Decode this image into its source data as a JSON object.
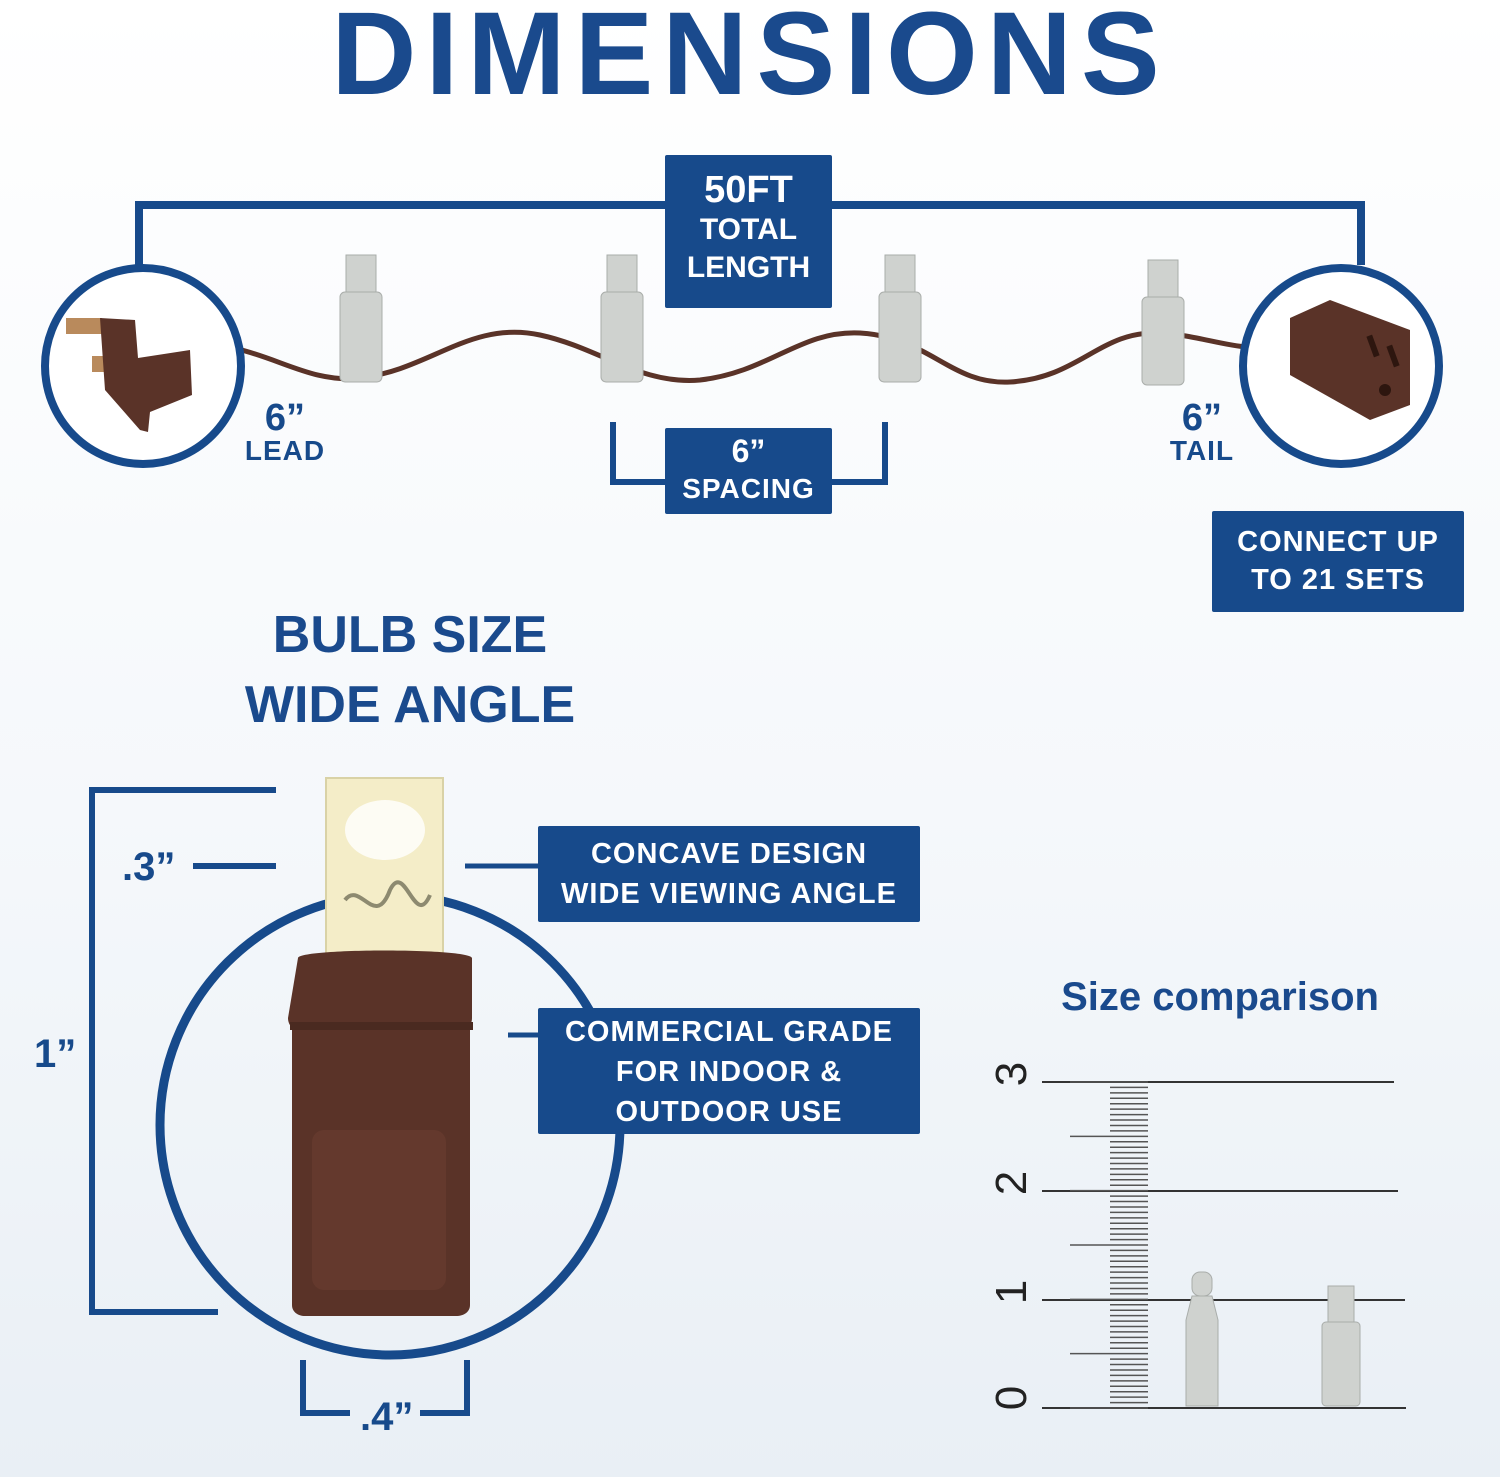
{
  "title": "DIMENSIONS",
  "string_diagram": {
    "total_box": {
      "line1": "50FT",
      "line2": "TOTAL",
      "line3": "LENGTH"
    },
    "lead": {
      "value": "6”",
      "label": "LEAD"
    },
    "spacing": {
      "value": "6”",
      "label": "SPACING"
    },
    "tail": {
      "value": "6”",
      "label": "TAIL"
    },
    "connect_box": {
      "line1": "CONNECT UP",
      "line2": "TO 21 SETS"
    }
  },
  "bulb_section": {
    "title_line1": "BULB SIZE",
    "title_line2": "WIDE ANGLE",
    "dim_height": "1”",
    "dim_top": ".3”",
    "dim_width": ".4”",
    "feature1": {
      "line1": "CONCAVE DESIGN",
      "line2": "WIDE VIEWING ANGLE"
    },
    "feature2": {
      "line1": "COMMERCIAL GRADE",
      "line2": "FOR INDOOR &",
      "line3": "OUTDOOR USE"
    }
  },
  "size_comparison": {
    "title": "Size comparison",
    "axis_labels": [
      "0",
      "1",
      "2",
      "3"
    ]
  },
  "colors": {
    "brand_blue": "#174a8b",
    "wire_brown": "#5a3328",
    "bulb_gray": "#cfd2cf"
  }
}
